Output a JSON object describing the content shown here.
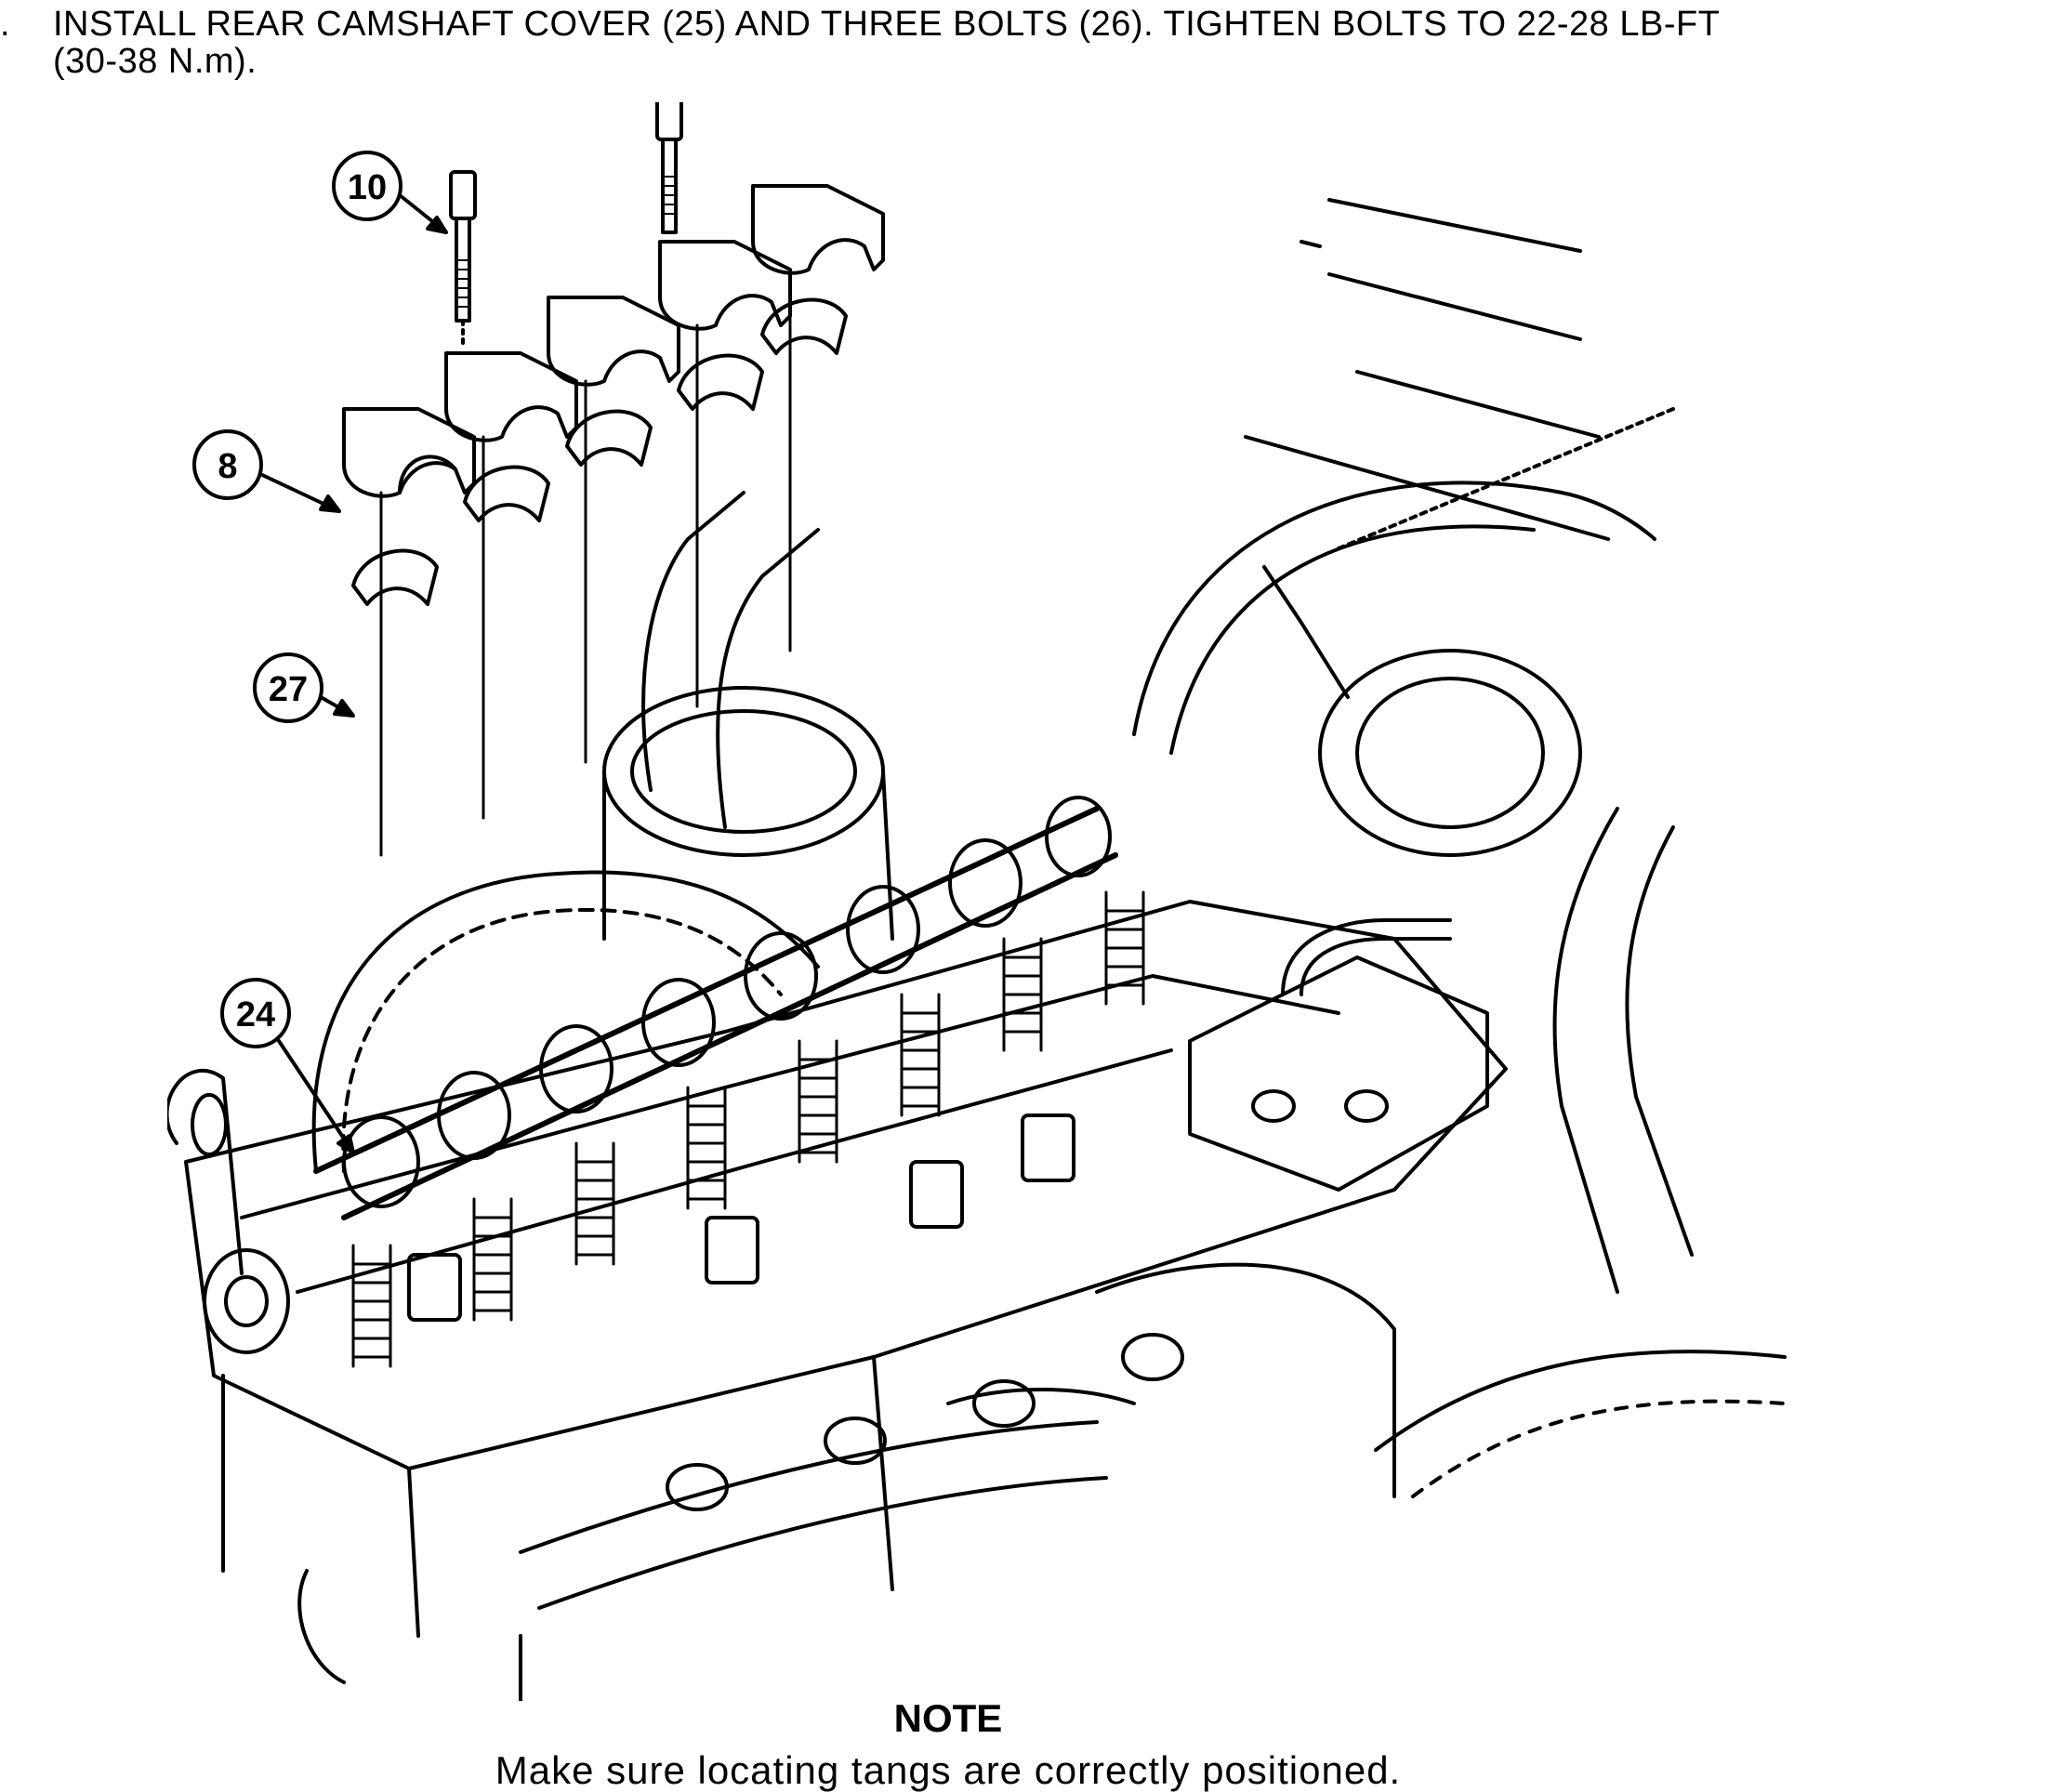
{
  "step": {
    "number": ".",
    "text_line1": "INSTALL REAR CAMSHAFT COVER (25) AND THREE BOLTS (26). TIGHTEN BOLTS TO 22-28  LB-FT",
    "text_line2": "(30-38  N.m)."
  },
  "figure": {
    "callouts": {
      "c10": "10",
      "c8": "8",
      "c27": "27",
      "c24": "24"
    }
  },
  "note": {
    "title": "NOTE",
    "text": "Make  sure  locating  tangs  are  correctly  positioned."
  }
}
